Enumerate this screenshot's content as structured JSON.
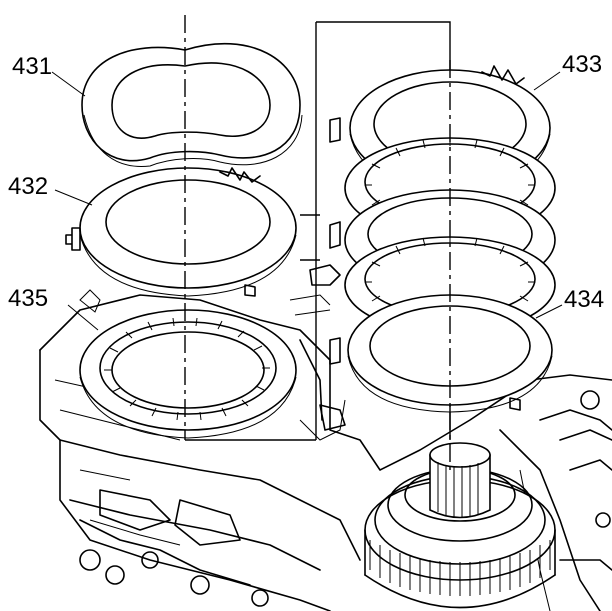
{
  "callouts": {
    "c431": "431",
    "c432": "432",
    "c435": "435",
    "c433": "433",
    "c434": "434"
  },
  "colors": {
    "line": "#000000",
    "background": "#ffffff"
  }
}
